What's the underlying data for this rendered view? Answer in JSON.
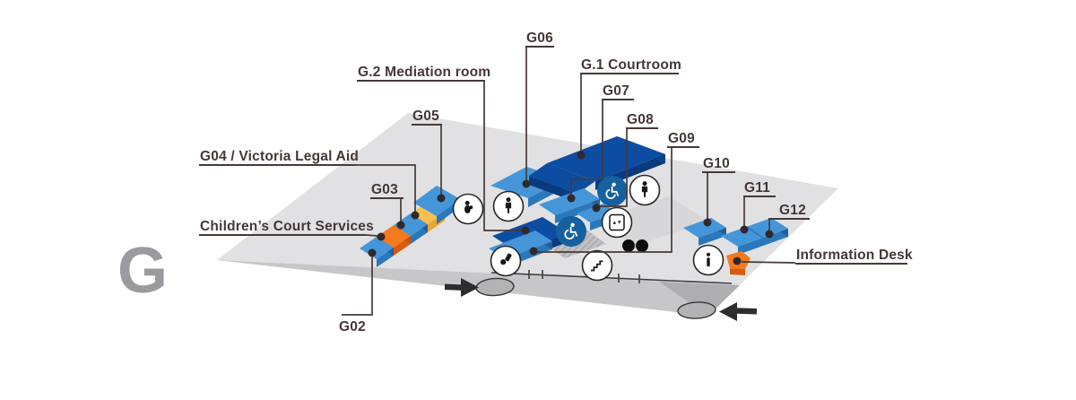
{
  "floor": {
    "letter": "G"
  },
  "labels": {
    "g2_mediation": "G.2 Mediation room",
    "g1_courtroom": "G.1 Courtroom",
    "g02": "G02",
    "g03": "G03",
    "g04_legal_aid": "G04 / Victoria Legal Aid",
    "g05": "G05",
    "g06": "G06",
    "g07": "G07",
    "g08": "G08",
    "g09": "G09",
    "g10": "G10",
    "g11": "G11",
    "g12": "G12",
    "childrens_court": "Children’s Court Services",
    "info_desk": "Information Desk"
  },
  "icons": {
    "parents_room": "parents-room-icon",
    "toilet_left": "male-toilet-icon",
    "toilet_right": "male-toilet-icon",
    "accessible_upper": "accessible-toilet-icon",
    "accessible_lower": "accessible-toilet-icon",
    "lift": "lift-icon",
    "stairs": "stairs-icon",
    "security_check": "security-check-icon",
    "information": "information-icon",
    "entrance_left": "right-arrow-entrance",
    "entrance_right": "left-arrow-entrance"
  },
  "colors": {
    "label_text": "#443735",
    "floor_light": "#e1e1e3",
    "walkway_grey": "#c7c7c9",
    "front_face_grey": "#aeaeb0",
    "room_blue_top": "#4596d8",
    "room_blue_side": "#2b77bb",
    "courtroom_navy_top": "#0c4da2",
    "courtroom_navy_side": "#093a7e",
    "highlight_orange": "#f5791d",
    "highlight_orange_side": "#d85c0e",
    "highlight_yellow": "#f9c050",
    "highlight_yellow_side": "#e8a42e",
    "accessible_badge": "#15609f",
    "arrow_dark": "#2d2d2d"
  }
}
